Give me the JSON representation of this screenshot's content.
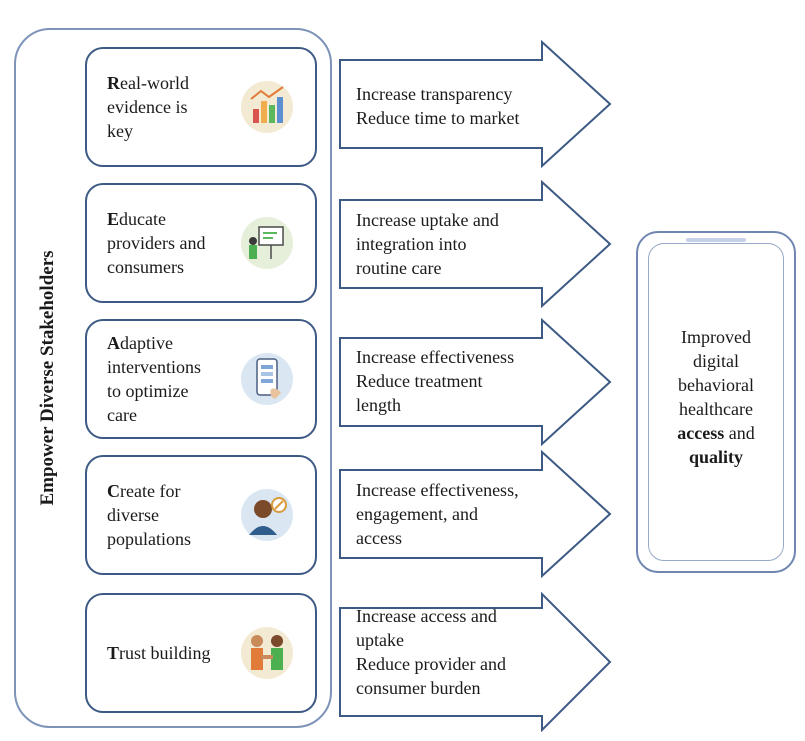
{
  "side_label": "Empower Diverse Stakeholders",
  "cards": [
    {
      "initial": "R",
      "rest_line1": "eal-world",
      "lines": [
        "evidence is",
        "key"
      ],
      "icon": "bar-chart-icon"
    },
    {
      "initial": "E",
      "rest_line1": "ducate",
      "lines": [
        "providers and",
        "consumers"
      ],
      "icon": "presentation-icon"
    },
    {
      "initial": "A",
      "rest_line1": "daptive",
      "lines": [
        "interventions",
        "to optimize",
        "care"
      ],
      "icon": "mobile-app-icon"
    },
    {
      "initial": "C",
      "rest_line1": "reate for",
      "lines": [
        "diverse",
        "populations"
      ],
      "icon": "diverse-person-icon"
    },
    {
      "initial": "T",
      "rest_line1": "rust building",
      "lines": [],
      "icon": "handshake-icon"
    }
  ],
  "arrows": [
    {
      "lines": [
        "Increase transparency",
        "Reduce time to market"
      ]
    },
    {
      "lines": [
        "Increase uptake and",
        "integration into",
        "routine care"
      ]
    },
    {
      "lines": [
        "Increase effectiveness",
        "Reduce treatment",
        "length"
      ]
    },
    {
      "lines": [
        "Increase effectiveness,",
        "engagement, and",
        "access"
      ]
    },
    {
      "lines": [
        "Increase access and",
        "uptake",
        "Reduce provider and",
        "consumer burden"
      ]
    }
  ],
  "outcome": {
    "line1": "Improved",
    "line2": "digital",
    "line3": "behavioral",
    "line4": "healthcare",
    "bold1": "access",
    "mid": " and",
    "bold2": "quality"
  },
  "colors": {
    "card_border": "#3d5a85",
    "frame_border": "#7d93b8",
    "arrow_border": "#3d5a85",
    "icon_bg": "#f3ead3"
  }
}
